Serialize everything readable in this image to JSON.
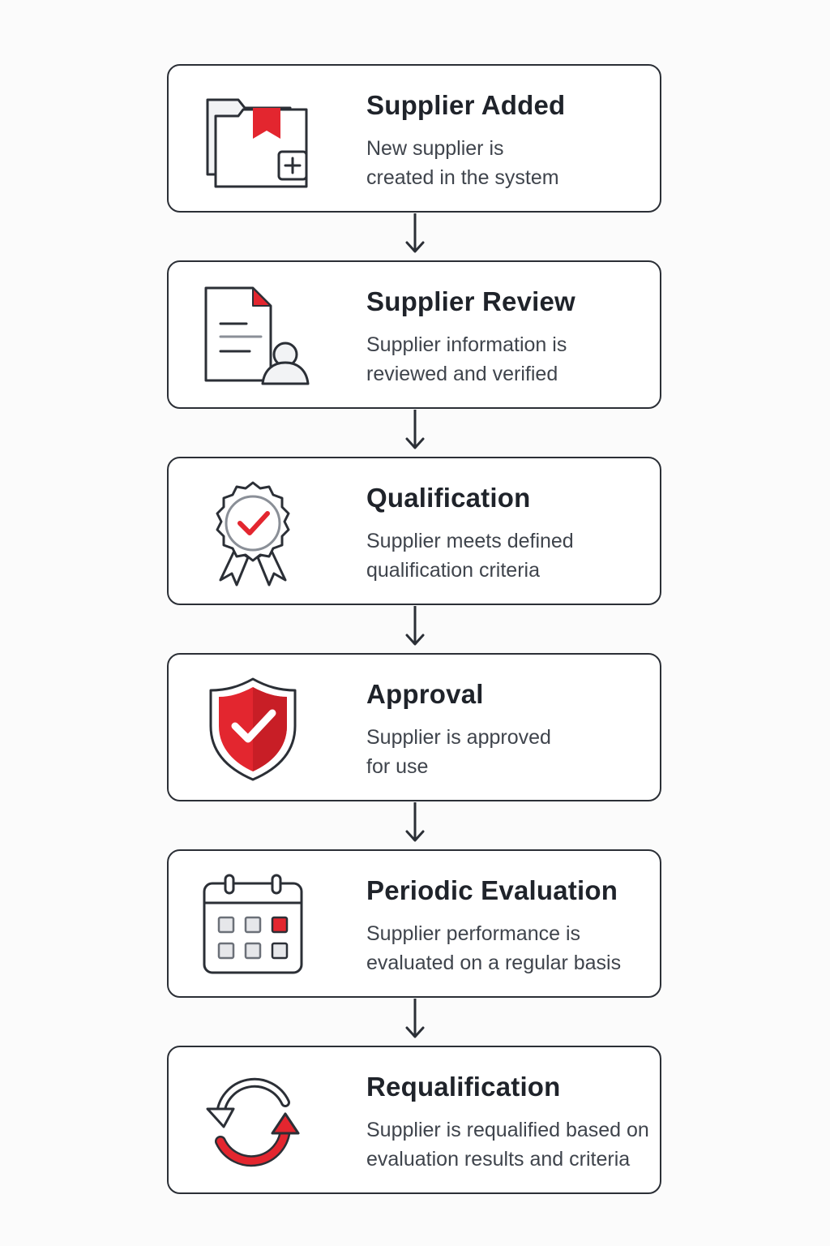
{
  "colors": {
    "accent": "#e3262f",
    "stroke": "#2b2f36",
    "text_dark": "#1f232a",
    "text_muted": "#3f444c",
    "card_bg": "#ffffff",
    "page_bg": "#fbfbfb"
  },
  "steps": [
    {
      "icon": "folder-add-icon",
      "title": "Supplier Added",
      "description_lines": [
        "New supplier is",
        "created in the system"
      ]
    },
    {
      "icon": "document-user-icon",
      "title": "Supplier Review",
      "description_lines": [
        "Supplier information is",
        "reviewed and verified"
      ]
    },
    {
      "icon": "award-badge-icon",
      "title": "Qualification",
      "description_lines": [
        "Supplier meets defined",
        "qualification criteria"
      ]
    },
    {
      "icon": "shield-check-icon",
      "title": "Approval",
      "description_lines": [
        "Supplier is approved",
        "for use"
      ]
    },
    {
      "icon": "calendar-icon",
      "title": "Periodic Evaluation",
      "description_lines": [
        "Supplier performance is",
        "evaluated on a regular basis"
      ]
    },
    {
      "icon": "refresh-cycle-icon",
      "title": "Requalification",
      "description_lines": [
        "Supplier is requalified based on",
        "evaluation results and criteria"
      ]
    }
  ]
}
